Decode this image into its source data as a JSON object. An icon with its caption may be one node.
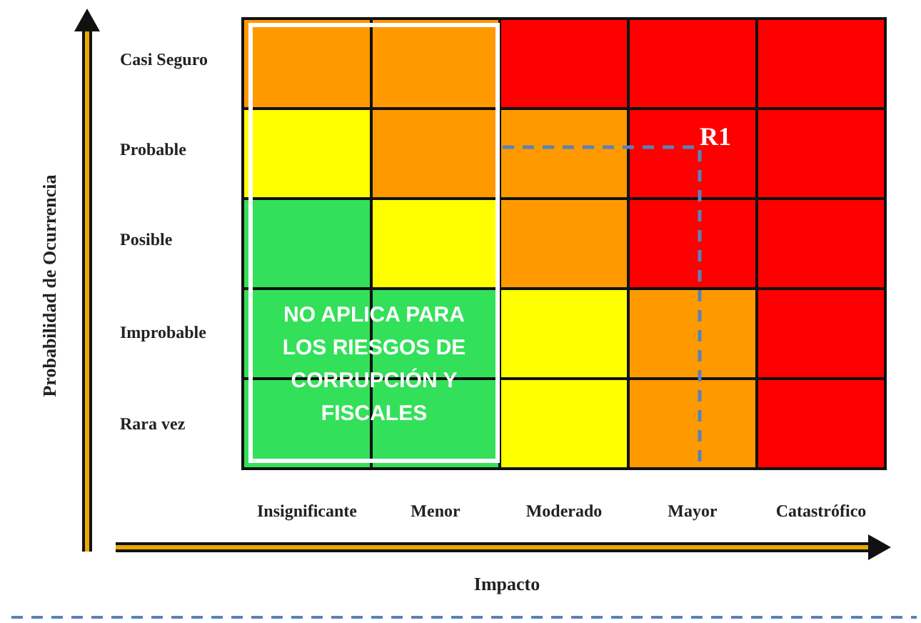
{
  "diagram": {
    "nodes": [
      {
        "text": [
          "NO APLICA PARA LOS RIESGOS DE CORRUPCIÓN Y FISCALES"
        ]
      }
    ],
    "edges": [],
    "labels": [
      "Casi Seguro",
      "Probable",
      "Posible",
      "Improbable",
      "Rara vez",
      "Probabilidad de Ocurrencia",
      "R1",
      "Insignificante",
      "Menor",
      "Moderado",
      "Mayor",
      "Catastrófico",
      "Impacto"
    ]
  }
}
